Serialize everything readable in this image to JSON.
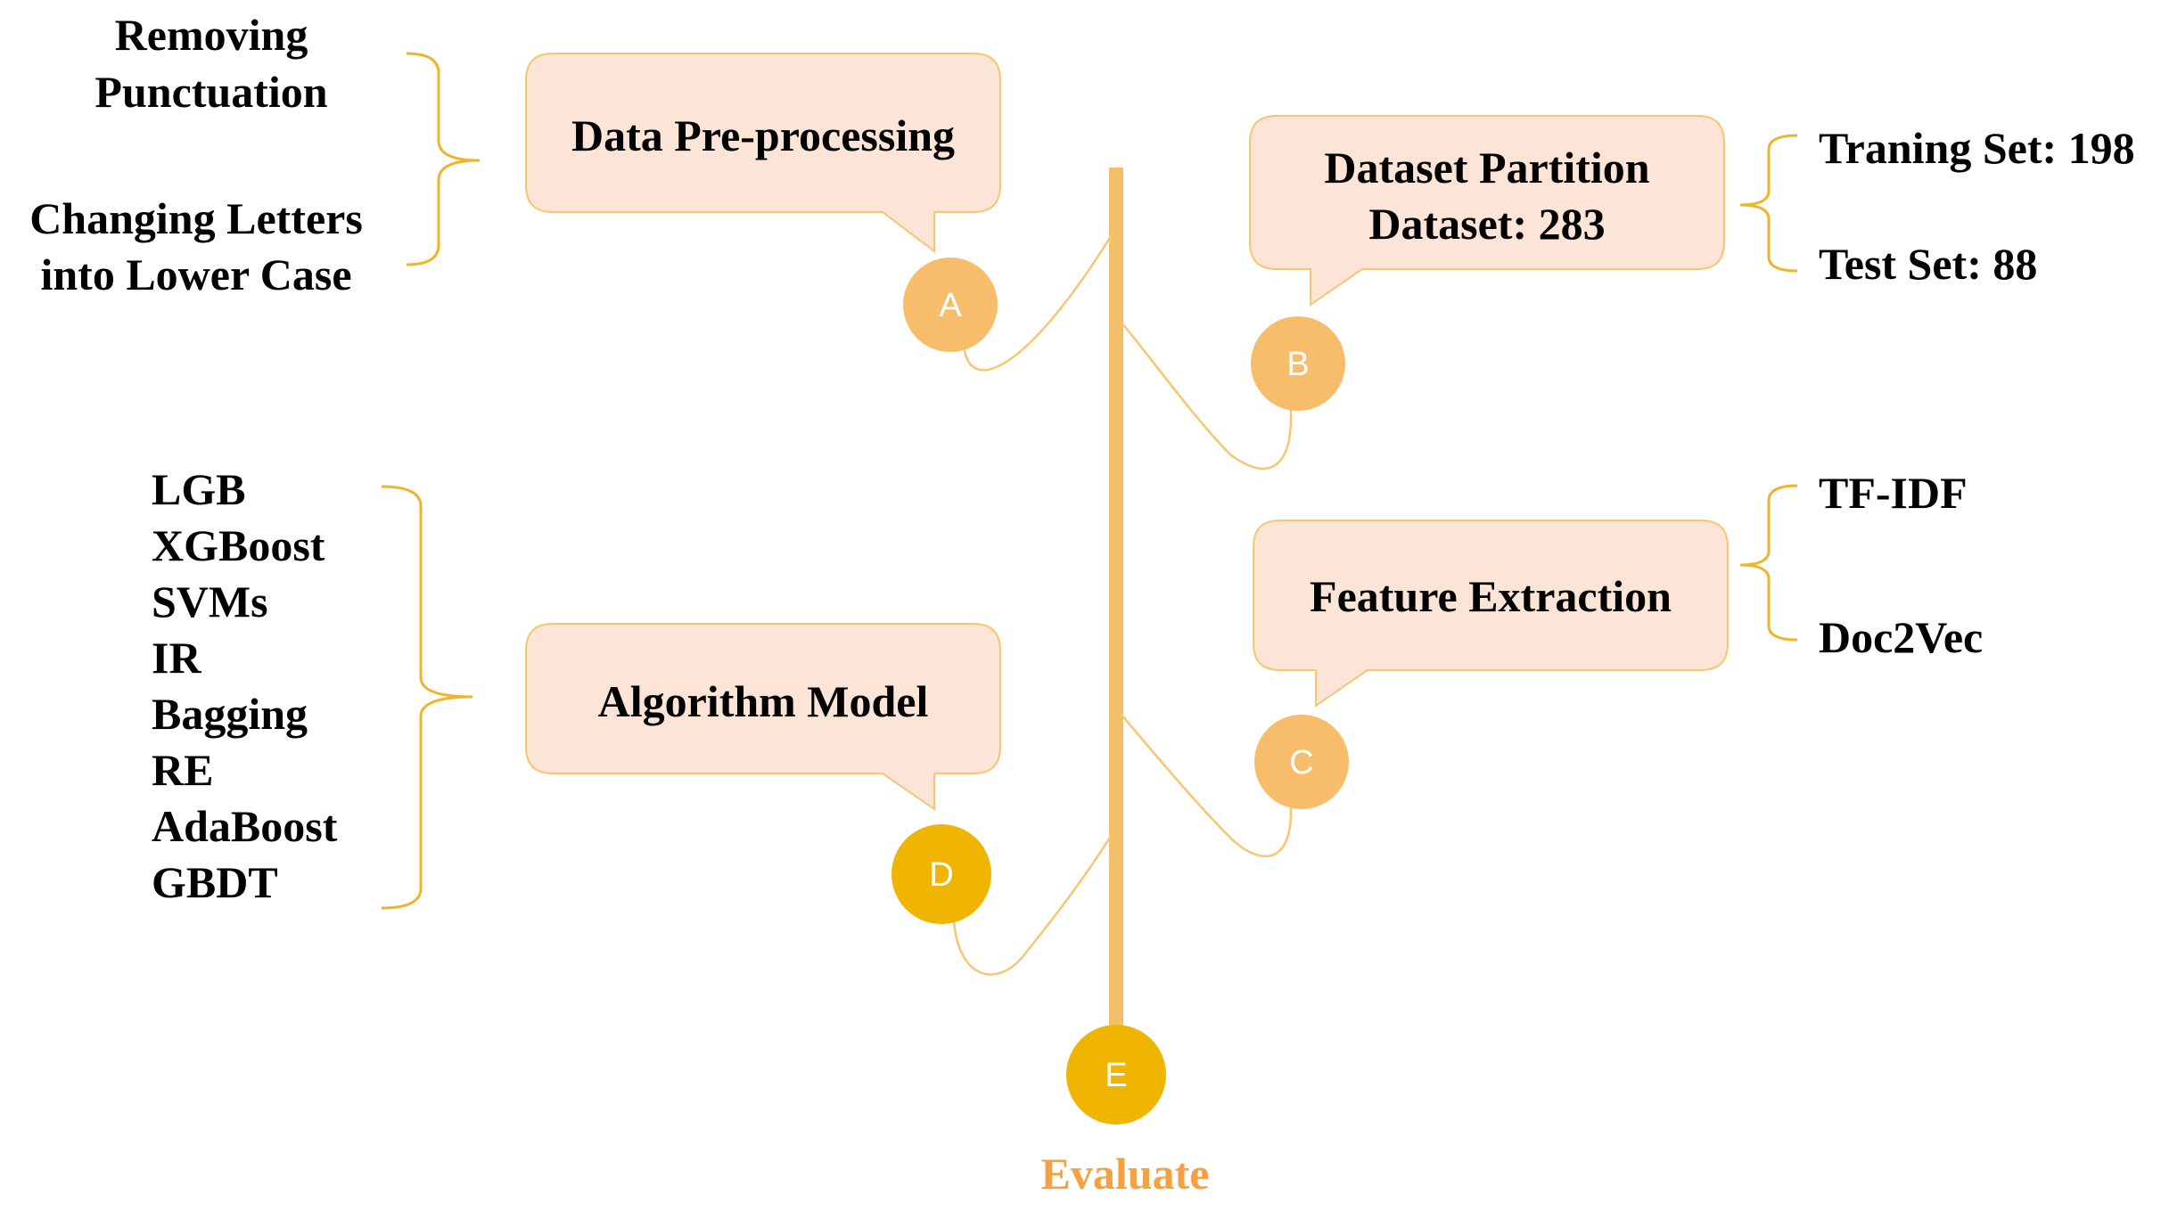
{
  "colors": {
    "stem": "#f2c06a",
    "bubble_fill": "#fce4d6",
    "bubble_stroke": "#f6c672",
    "node_light": "#f7bd6a",
    "node_dark": "#f0b500",
    "bracket": "#f0b429",
    "evaluate_text": "#f4a142"
  },
  "steps": {
    "a": {
      "letter": "A",
      "bubble": [
        "Data Pre-processing"
      ],
      "items": [
        "Removing",
        "Punctuation",
        "Changing Letters",
        "into Lower Case"
      ]
    },
    "b": {
      "letter": "B",
      "bubble": [
        "Dataset Partition",
        "Dataset: 283"
      ],
      "items": [
        "Traning Set: 198",
        "Test Set: 88"
      ]
    },
    "c": {
      "letter": "C",
      "bubble": [
        "Feature Extraction"
      ],
      "items": [
        "TF-IDF",
        "Doc2Vec"
      ]
    },
    "d": {
      "letter": "D",
      "bubble": [
        "Algorithm Model"
      ],
      "items": [
        "LGB",
        "XGBoost",
        "SVMs",
        "IR",
        "Bagging",
        "RE",
        "AdaBoost",
        "GBDT"
      ]
    },
    "e": {
      "letter": "E",
      "label": "Evaluate"
    }
  }
}
